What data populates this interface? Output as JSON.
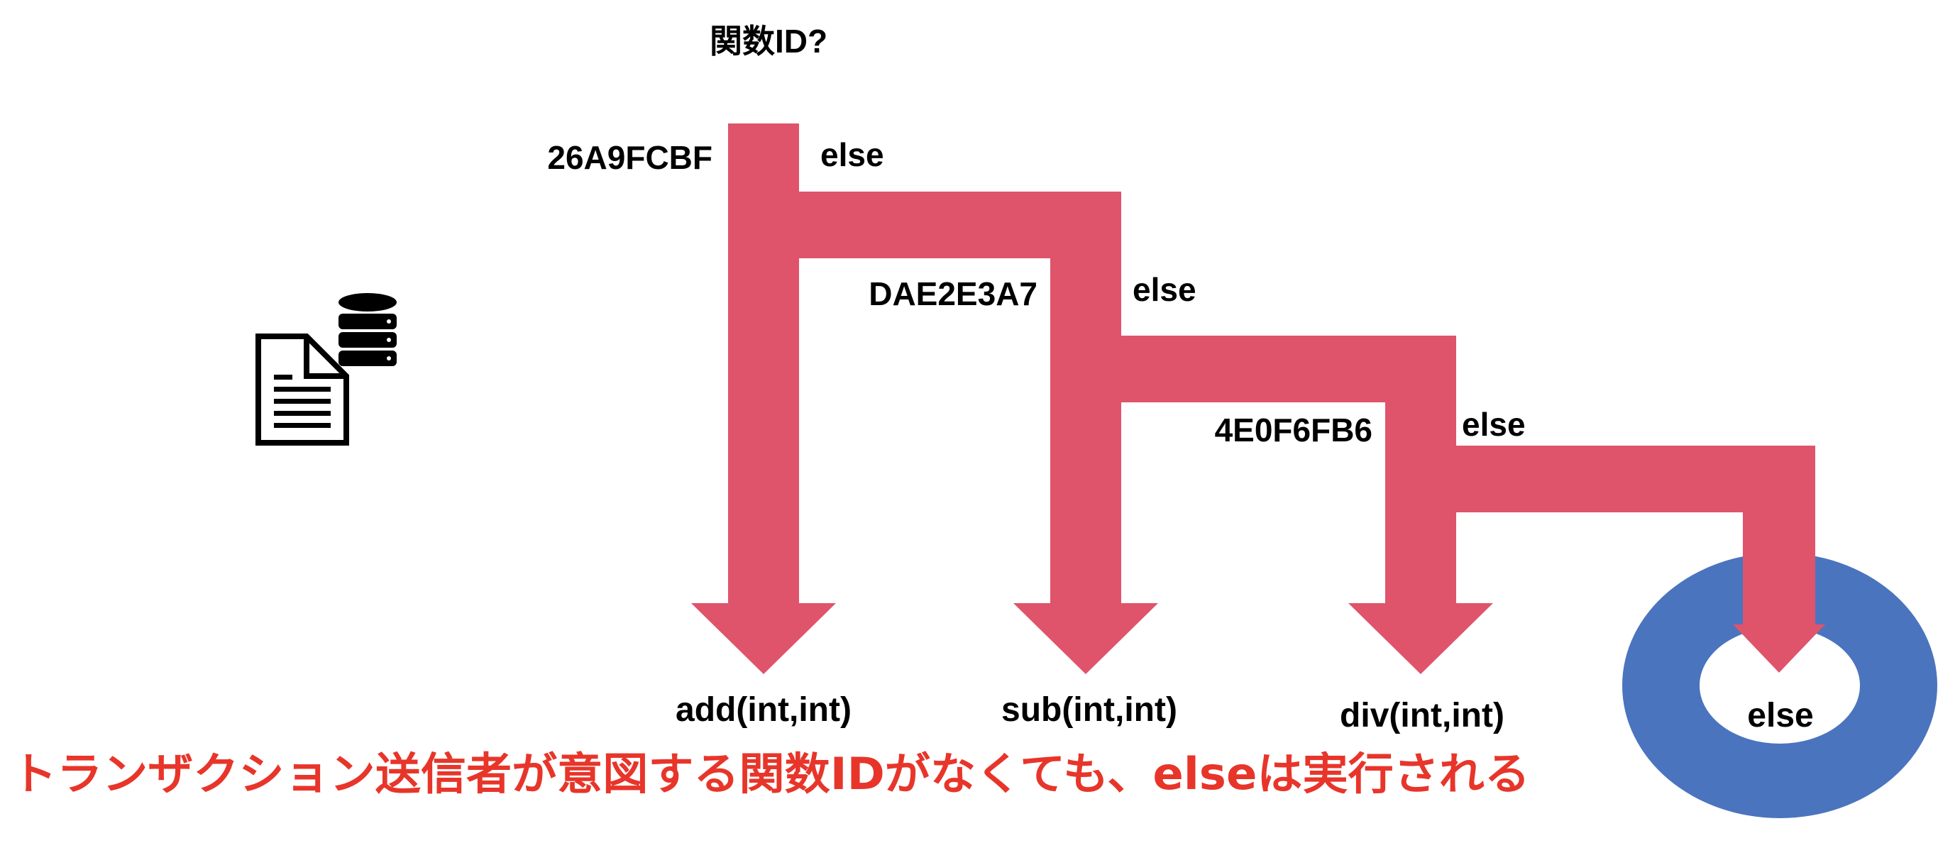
{
  "diagram": {
    "question": "関数ID?",
    "branches": [
      {
        "id": "26A9FCBF",
        "else_label": "else",
        "function": "add(int,int)"
      },
      {
        "id": "DAE2E3A7",
        "else_label": "else",
        "function": "sub(int,int)"
      },
      {
        "id": "4E0F6FB6",
        "else_label": "else",
        "function": "div(int,int)"
      }
    ],
    "fallback_label": "else",
    "caption": "トランザクション送信者が意図する関数IDがなくても、elseは実行される",
    "colors": {
      "flow": "#df546b",
      "ring": "#4b74be",
      "caption": "#e8352a",
      "text": "#000000"
    },
    "icons": [
      "contract-document-icon",
      "database-icon"
    ]
  }
}
